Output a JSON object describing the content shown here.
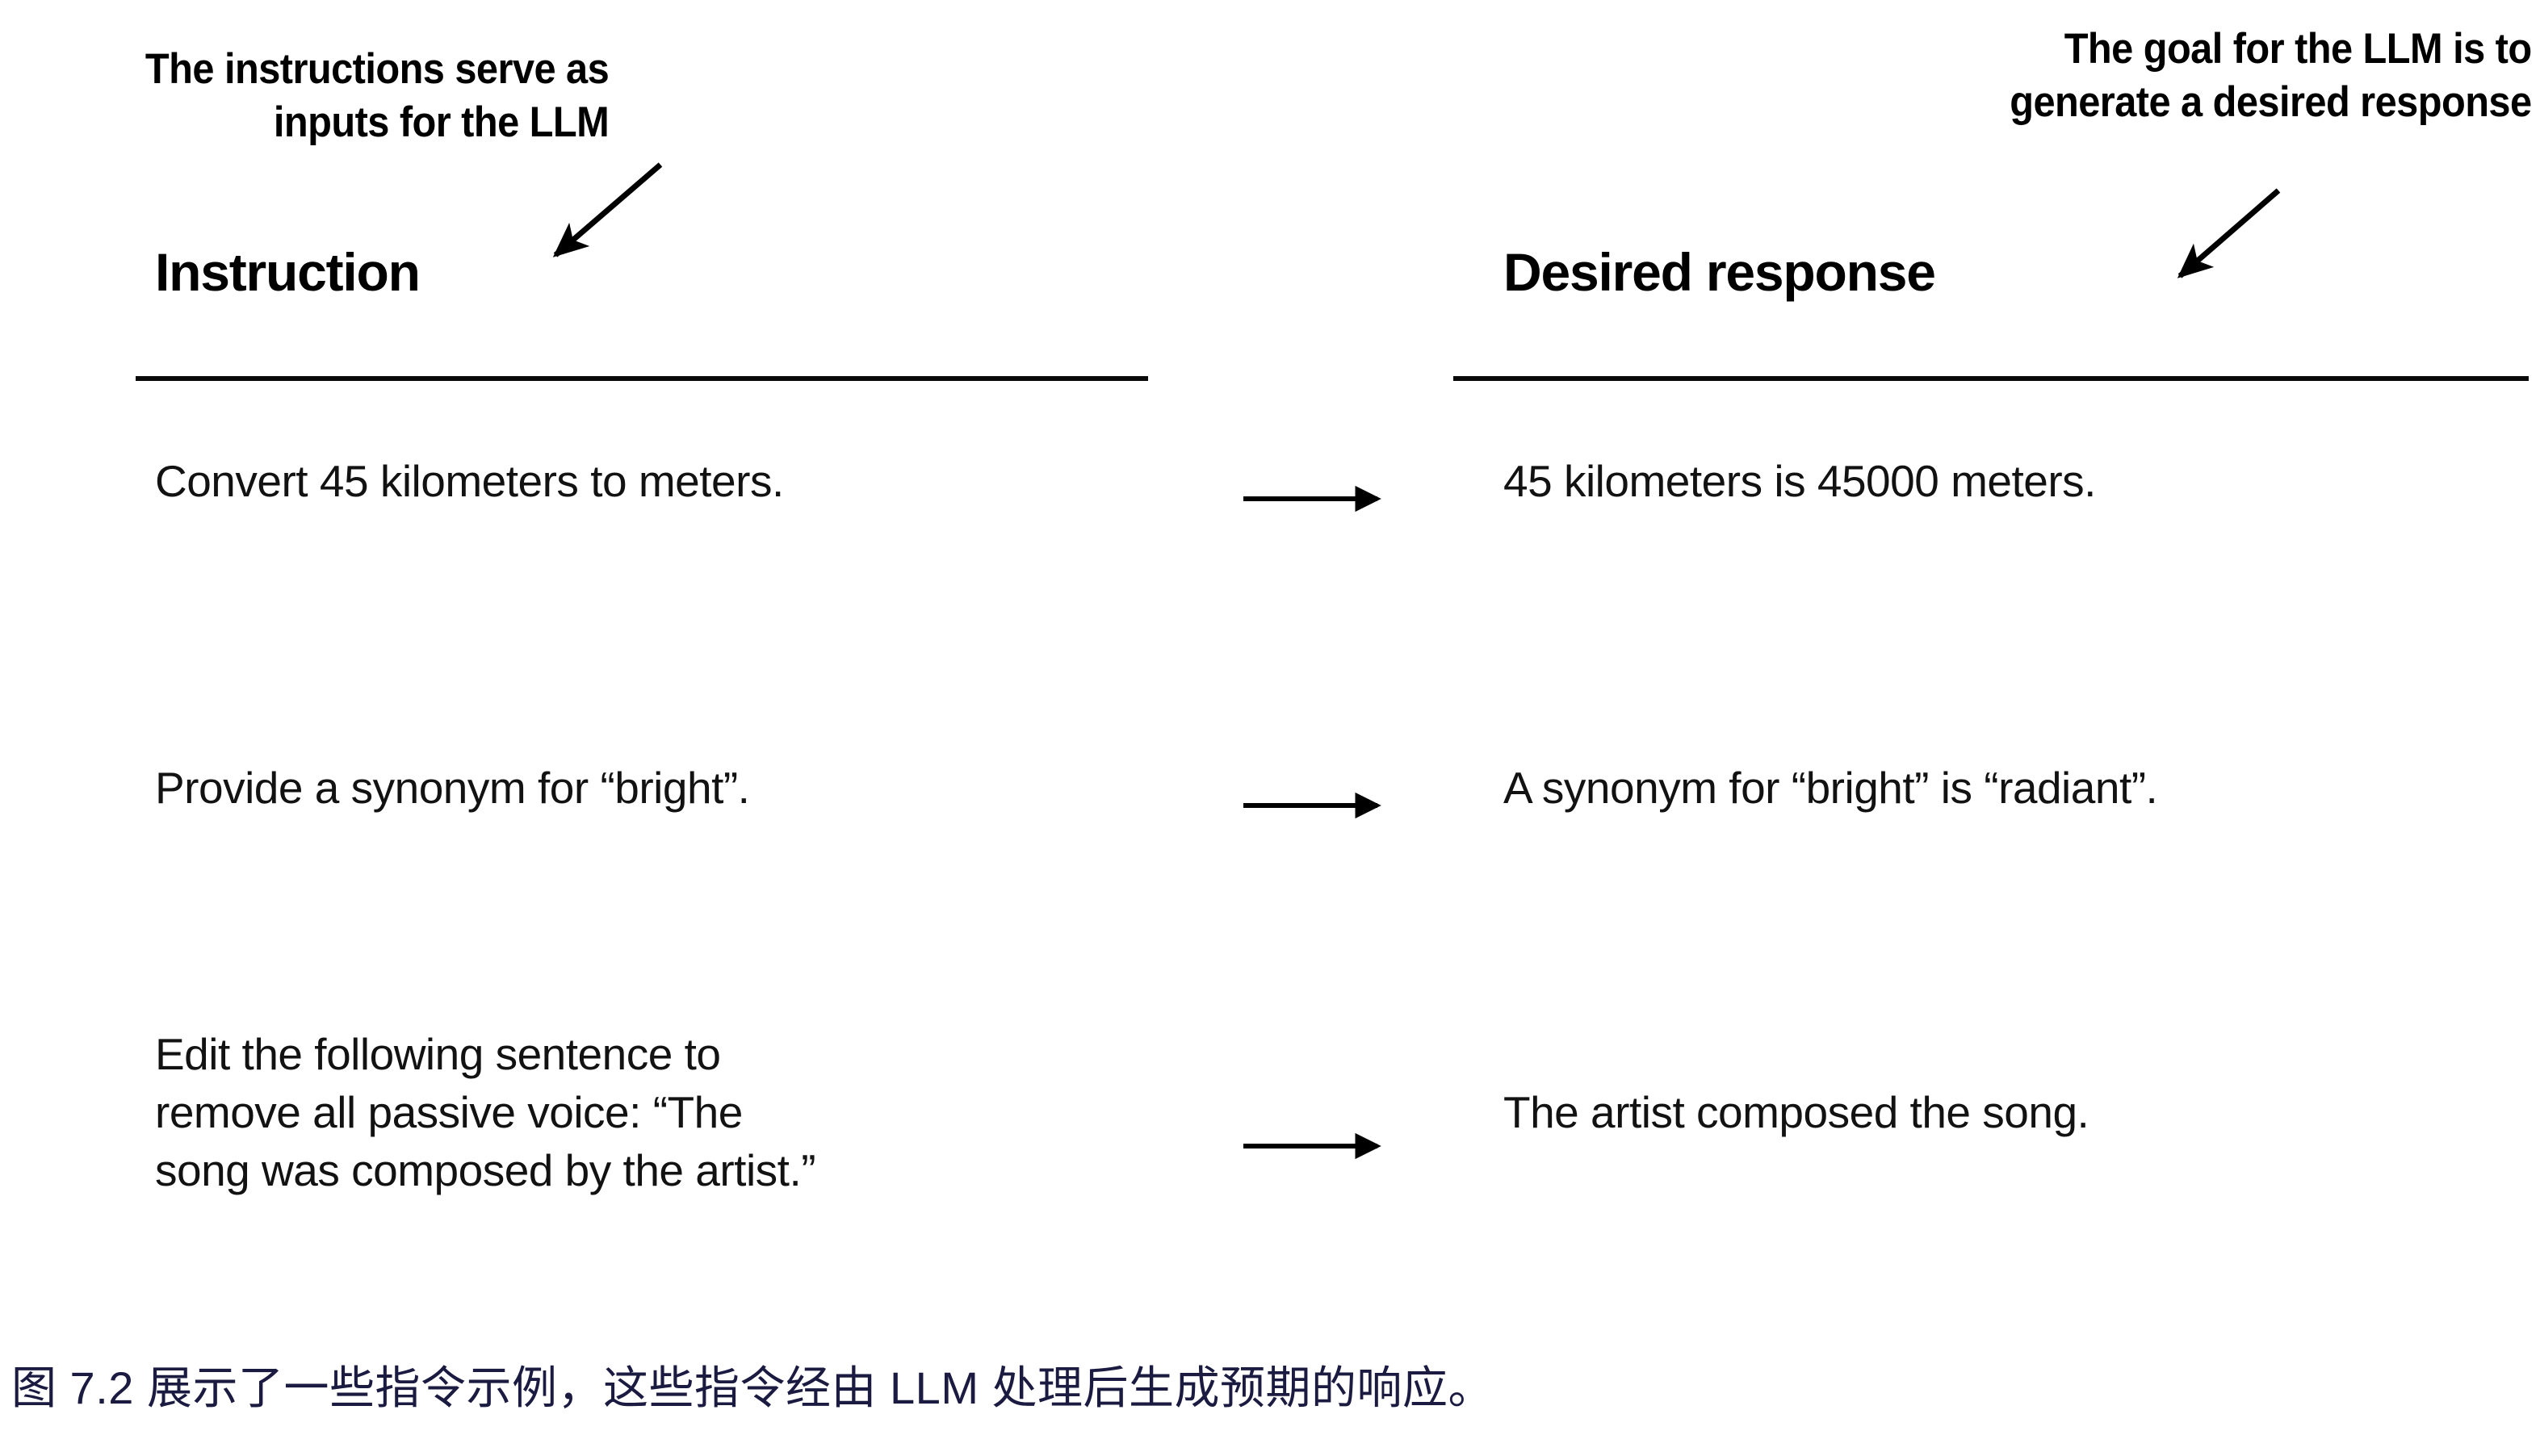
{
  "figure": {
    "annotations": {
      "left": {
        "name": "instruction-callout",
        "lines": [
          "The instructions serve as",
          "inputs for the LLM"
        ]
      },
      "right": {
        "name": "response-callout",
        "lines": [
          "The goal for the LLM is to",
          "generate a desired response"
        ]
      }
    },
    "columns": {
      "instruction_heading": "Instruction",
      "response_heading": "Desired response"
    },
    "rows": [
      {
        "instruction_lines": [
          "Convert 45 kilometers to meters."
        ],
        "response_lines": [
          "45 kilometers is 45000 meters."
        ],
        "connector": "arrow-right"
      },
      {
        "instruction_lines": [
          "Provide a synonym for “bright”."
        ],
        "response_lines": [
          "A synonym for “bright” is “radiant”."
        ],
        "connector": "arrow-right"
      },
      {
        "instruction_lines": [
          "Edit the following sentence to",
          "remove all passive voice: “The",
          "song was composed by the artist.”"
        ],
        "response_lines": [
          "The artist composed the song."
        ],
        "connector": "arrow-right"
      }
    ],
    "caption": "图 7.2 展示了一些指令示例，这些指令经由 LLM 处理后生成预期的响应。"
  },
  "colors": {
    "background": "#ffffff",
    "ink": "#000000",
    "body_text": "#121212",
    "caption": "#1b1b42",
    "rule": "#0a0a0a"
  }
}
